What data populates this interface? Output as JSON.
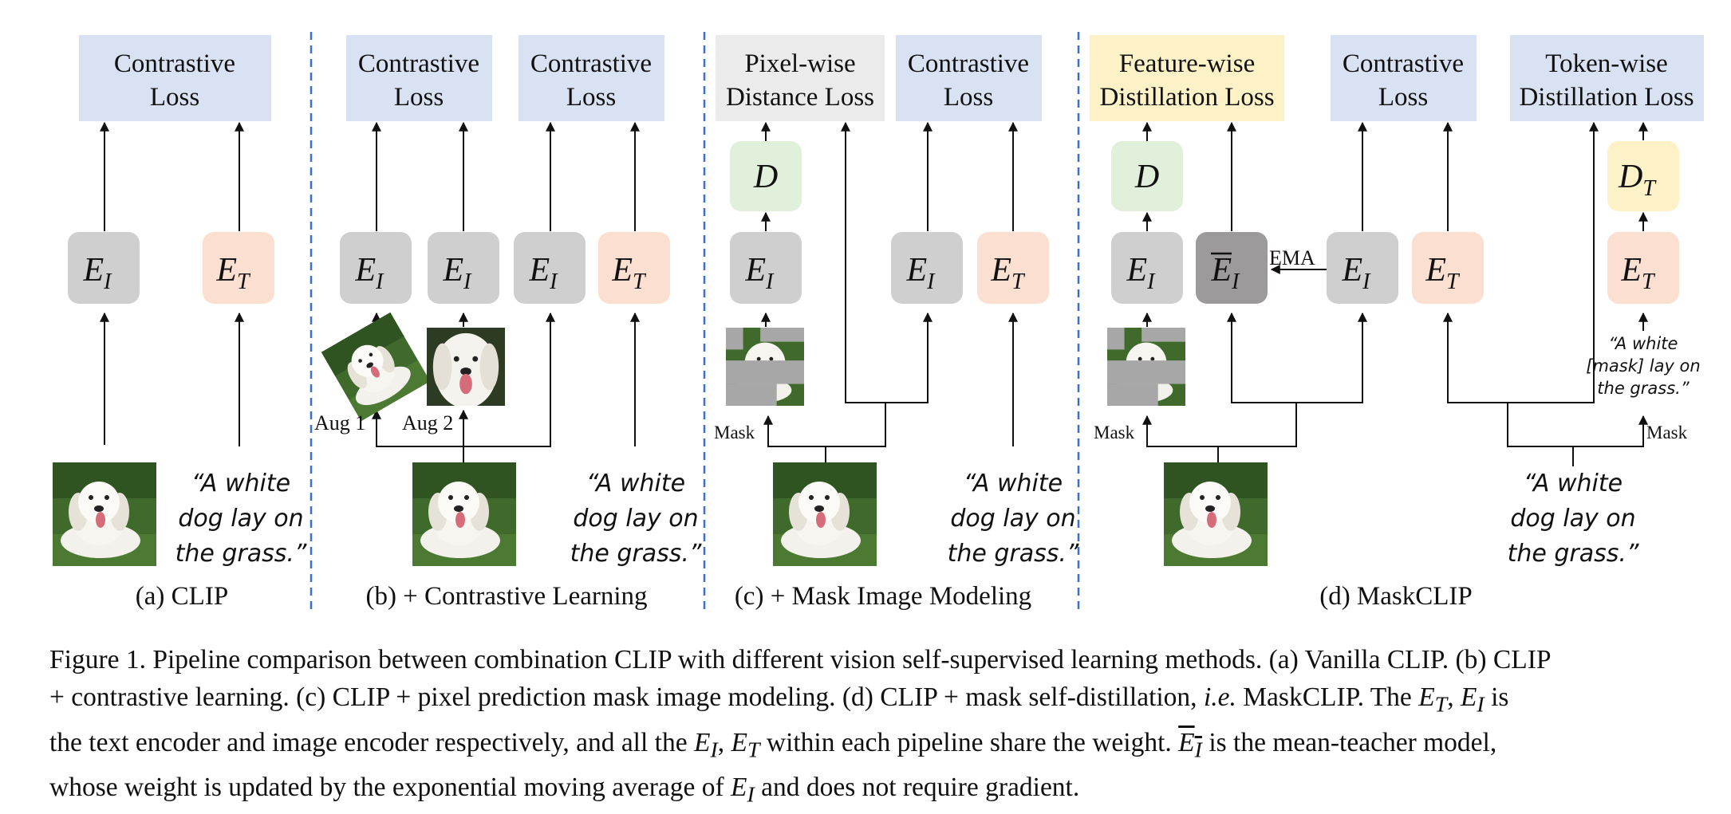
{
  "figure": {
    "panels": {
      "a": {
        "caption": "(a) CLIP",
        "loss": [
          "Contrastive",
          "Loss"
        ],
        "image_encoder": "E",
        "image_sub": "I",
        "text_encoder": "E",
        "text_sub": "T",
        "text_input": [
          "“A white",
          "dog lay on",
          "the grass.”"
        ]
      },
      "b": {
        "caption": "(b) + Contrastive Learning",
        "loss1": [
          "Contrastive",
          "Loss"
        ],
        "loss2": [
          "Contrastive",
          "Loss"
        ],
        "encoder": "E",
        "image_sub": "I",
        "text_sub": "T",
        "aug1": "Aug 1",
        "aug2": "Aug 2",
        "text_input": [
          "“A white",
          "dog lay on",
          "the grass.”"
        ]
      },
      "c": {
        "caption": "(c) + Mask Image Modeling",
        "loss1": [
          "Pixel-wise",
          "Distance Loss"
        ],
        "loss2": [
          "Contrastive",
          "Loss"
        ],
        "decoder": "D",
        "encoder": "E",
        "image_sub": "I",
        "text_sub": "T",
        "mask": "Mask",
        "text_input": [
          "“A white",
          "dog lay on",
          "the grass.”"
        ]
      },
      "d": {
        "caption": "(d) MaskCLIP",
        "loss1": [
          "Feature-wise",
          "Distillation Loss"
        ],
        "loss2": [
          "Contrastive",
          "Loss"
        ],
        "loss3": [
          "Token-wise",
          "Distillation Loss"
        ],
        "decoder": "D",
        "decoder_sub": "T",
        "encoder": "E",
        "image_sub": "I",
        "text_sub": "T",
        "ema": "EMA",
        "mask_left": "Mask",
        "mask_right": "Mask",
        "masked_text": [
          "“A white",
          "[mask] lay on",
          "the grass.”"
        ],
        "text_input": [
          "“A white",
          "dog lay on",
          "the grass.”"
        ]
      }
    },
    "colors": {
      "loss_blue": "#d9e2f3",
      "loss_gray": "#ebebeb",
      "loss_yellow": "#fdf1c7",
      "encoder_gray": "#d0cfcf",
      "ema_gray": "#9c9a9a",
      "text_encoder": "#fbe0d2",
      "decoder_green": "#e0f0da",
      "decoder_yellow": "#fdf1c7",
      "divider": "#3f6fcc"
    }
  },
  "caption": {
    "line1": "Figure 1. Pipeline comparison between combination CLIP with different vision self-supervised learning methods. (a) Vanilla CLIP. (b) CLIP",
    "line2a": "+ contrastive learning. (c) CLIP + pixel prediction mask image modeling. (d) CLIP + mask self-distillation,",
    "line2_ie": "i.e.",
    "line2b": "MaskCLIP. The",
    "line2c": "is",
    "line3a": "the text encoder and image encoder respectively, and all the",
    "line3b": "within each pipeline share the weight.",
    "line3c": "is the mean-teacher model,",
    "line4a": "whose weight is updated by the exponential moving average of",
    "line4b": "and does not require gradient."
  }
}
